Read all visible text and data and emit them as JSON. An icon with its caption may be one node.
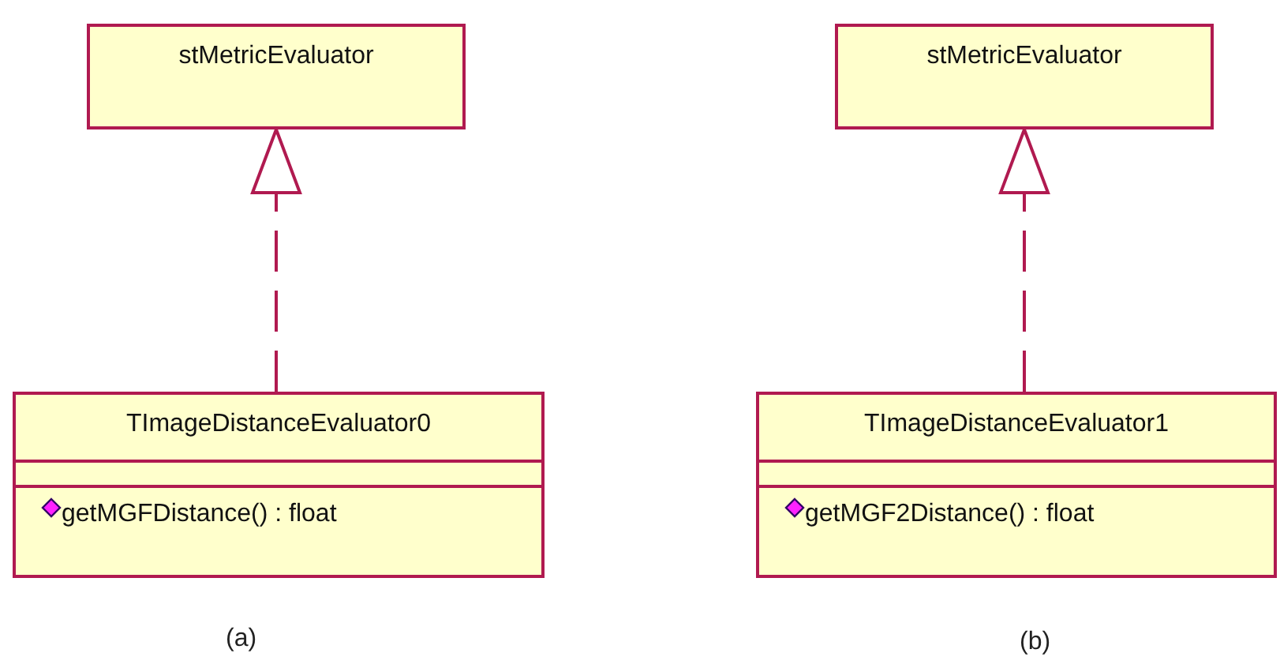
{
  "diagram": {
    "nodes": [
      {
        "text": [
          "stMetricEvaluator"
        ]
      },
      {
        "text": [
          "TImageDistanceEvaluator0",
          "getMGFDistance() : float"
        ]
      },
      {
        "text": [
          "stMetricEvaluator"
        ]
      },
      {
        "text": [
          "TImageDistanceEvaluator1",
          "getMGF2Distance() : float"
        ]
      }
    ],
    "edges": [
      {
        "from": 1,
        "to": 0,
        "arrow": "to",
        "style": "dashed"
      },
      {
        "from": 3,
        "to": 2,
        "arrow": "to",
        "style": "dashed"
      }
    ],
    "labels": [
      "(a)",
      "(b)"
    ]
  }
}
